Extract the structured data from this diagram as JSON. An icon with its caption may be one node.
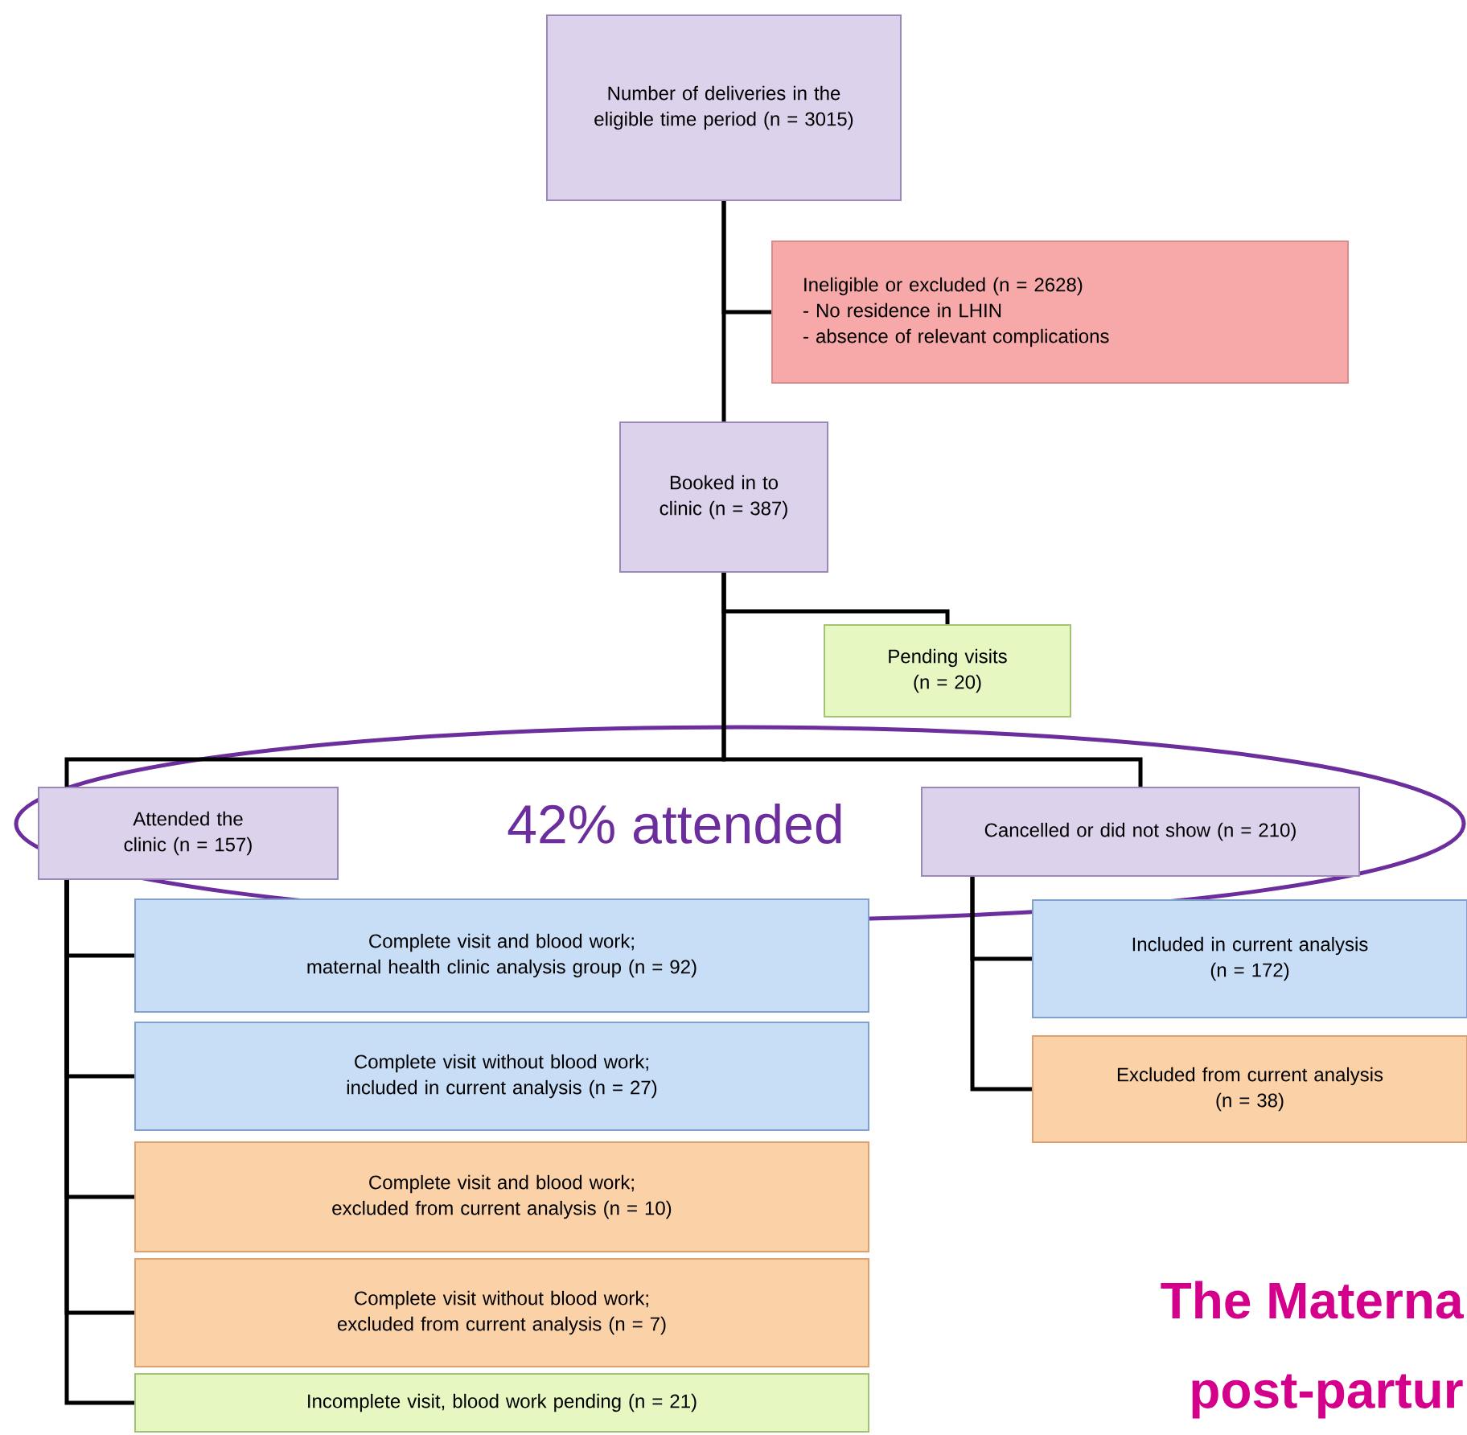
{
  "diagram": {
    "nodes": [
      {
        "text": [
          "Number of deliveries in the eligible time period (n = 3015)"
        ]
      },
      {
        "text": [
          "Ineligible or excluded (n = 2628)",
          "- No residence in LHIN",
          "- absence of relevant complications"
        ]
      },
      {
        "text": [
          "Booked in to clinic (n = 387)"
        ]
      },
      {
        "text": [
          "Pending visits (n = 20)"
        ]
      },
      {
        "text": [
          "Attended the clinic (n = 157)"
        ]
      },
      {
        "text": [
          "Cancelled or did not show (n = 210)"
        ]
      },
      {
        "text": [
          "Complete visit and blood work;",
          "maternal health clinic analysis group (n = 92)"
        ]
      },
      {
        "text": [
          "Complete visit without blood work;",
          "included in current analysis (n = 27)"
        ]
      },
      {
        "text": [
          "Complete visit and blood work;",
          "excluded from current analysis (n = 10)"
        ]
      },
      {
        "text": [
          "Complete visit without blood work;",
          "excluded from current analysis (n = 7)"
        ]
      },
      {
        "text": [
          "Incomplete visit, blood work pending (n = 21)"
        ]
      },
      {
        "text": [
          "Included in current analysis",
          "(n = 172)"
        ]
      },
      {
        "text": [
          "Excluded from current analysis",
          "(n = 38)"
        ]
      }
    ],
    "edges": [
      {
        "from": 0,
        "to": 1,
        "arrow": "none"
      },
      {
        "from": 0,
        "to": 2,
        "arrow": "none"
      },
      {
        "from": 2,
        "to": 3,
        "arrow": "none"
      },
      {
        "from": 2,
        "to": 4,
        "arrow": "none"
      },
      {
        "from": 2,
        "to": 5,
        "arrow": "none"
      },
      {
        "from": 4,
        "to": 6,
        "arrow": "none"
      },
      {
        "from": 4,
        "to": 7,
        "arrow": "none"
      },
      {
        "from": 4,
        "to": 8,
        "arrow": "none"
      },
      {
        "from": 4,
        "to": 9,
        "arrow": "none"
      },
      {
        "from": 4,
        "to": 10,
        "arrow": "none"
      },
      {
        "from": 5,
        "to": 11,
        "arrow": "none"
      },
      {
        "from": 5,
        "to": 12,
        "arrow": "none"
      }
    ],
    "labels": [
      "42% attended",
      "The Materna",
      "post-partur"
    ]
  }
}
